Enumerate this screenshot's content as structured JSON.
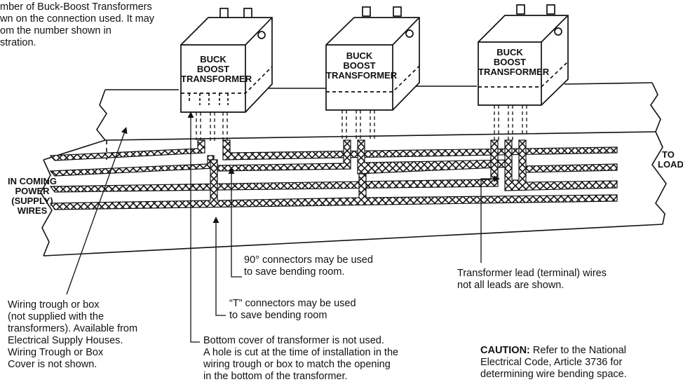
{
  "top_note": {
    "lines": [
      "mber of Buck-Boost Transformers",
      "wn on the connection used. It may",
      "om the number shown in",
      "stration."
    ]
  },
  "transformers": [
    {
      "label_lines": [
        "BUCK",
        "BOOST",
        "TRANSFORMER"
      ]
    },
    {
      "label_lines": [
        "BUCK",
        "BOOST",
        "TRANSFORMER"
      ]
    },
    {
      "label_lines": [
        "BUCK",
        "BOOST",
        "TRANSFORMER"
      ]
    }
  ],
  "incoming_label": {
    "lines": [
      "IN COMING",
      "POWER",
      "(SUPPLY)",
      "WIRES"
    ]
  },
  "load_label": {
    "lines": [
      "TO",
      "LOAD"
    ]
  },
  "callouts": {
    "connectors_90": [
      "90° connectors may be used",
      "to save bending room."
    ],
    "t_connectors": [
      "“T” connectors may be used",
      "to save bending room"
    ],
    "bottom_cover": [
      "Bottom cover of transformer is not used.",
      "A hole is cut at the time of installation in the",
      "wiring trough or box to match the opening",
      "in the bottom of the transformer."
    ],
    "lead_wires": [
      "Transformer lead (terminal) wires",
      "not all leads are shown."
    ],
    "trough": [
      "Wiring trough or box",
      "(not supplied with the",
      "transformers). Available from",
      "Electrical Supply Houses.",
      "Wiring Trough or Box",
      "Cover is not shown."
    ]
  },
  "caution": {
    "heading": "CAUTION:",
    "line1_rest": " Refer to the National",
    "line2": "Electrical Code, Article 3736 for",
    "line3": "determining wire bending space."
  }
}
